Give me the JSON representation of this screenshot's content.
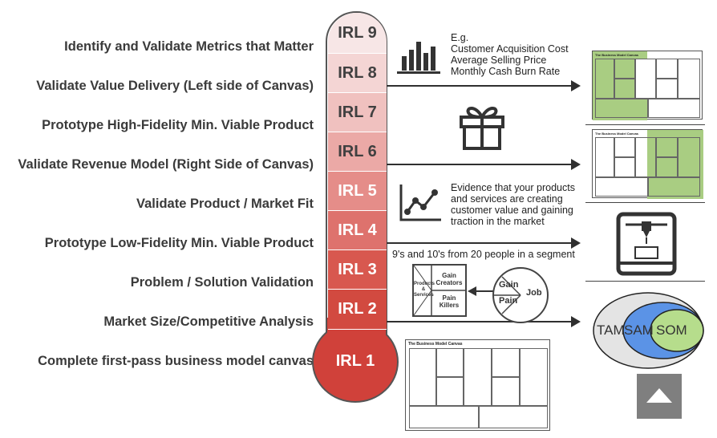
{
  "milestones": [
    {
      "irl": "IRL 9",
      "label": "Identify and Validate Metrics that Matter",
      "color": "#f7e6e6",
      "text_color": "#404040"
    },
    {
      "irl": "IRL 8",
      "label": "Validate Value Delivery (Left side of Canvas)",
      "color": "#f4d5d4",
      "text_color": "#404040"
    },
    {
      "irl": "IRL 7",
      "label": "Prototype High-Fidelity Min. Viable Product",
      "color": "#f0c1bf",
      "text_color": "#404040"
    },
    {
      "irl": "IRL 6",
      "label": "Validate Revenue Model (Right Side of Canvas)",
      "color": "#eba9a6",
      "text_color": "#404040"
    },
    {
      "irl": "IRL 5",
      "label": "Validate Product / Market Fit",
      "color": "#e58d89",
      "text_color": "#ffffff"
    },
    {
      "irl": "IRL 4",
      "label": "Prototype Low-Fidelity Min. Viable Product",
      "color": "#de726d",
      "text_color": "#ffffff"
    },
    {
      "irl": "IRL 3",
      "label": "Problem / Solution Validation",
      "color": "#d8584f",
      "text_color": "#ffffff"
    },
    {
      "irl": "IRL 2",
      "label": "Market Size/Competitive Analysis",
      "color": "#d24a40",
      "text_color": "#ffffff"
    },
    {
      "irl": "IRL 1",
      "label": "Complete first-pass business model canvas",
      "color": "#d0413a",
      "text_color": "#ffffff"
    }
  ],
  "notes": {
    "metrics_title": "E.g.",
    "metrics_lines": [
      "Customer Acquisition Cost",
      "Average Selling Price",
      "Monthly Cash Burn Rate"
    ],
    "evidence_lines": [
      "Evidence that your products",
      "and services are creating",
      "customer value and gaining",
      "traction in the market"
    ],
    "survey": "9's and 10's from 20 people in a segment"
  },
  "value_prop": {
    "products": "Products & Services",
    "gain_creators": "Gain Creators",
    "pain_killers": "Pain Killers",
    "gain": "Gain",
    "pain": "Pain",
    "job": "Job"
  },
  "market": {
    "tam": "TAM",
    "sam": "SAM",
    "som": "SOM"
  },
  "canvas_title": "The Business Model Canvas",
  "colors": {
    "canvas_highlight": "#a9cd82",
    "tam": "#e4e4e4",
    "sam": "#5b93e6",
    "som": "#b6dd8c",
    "thermo_border": "#555555"
  },
  "icons": [
    "bar-chart-icon",
    "gift-icon",
    "line-chart-icon",
    "3d-printer-icon",
    "up-arrow-button-icon"
  ]
}
